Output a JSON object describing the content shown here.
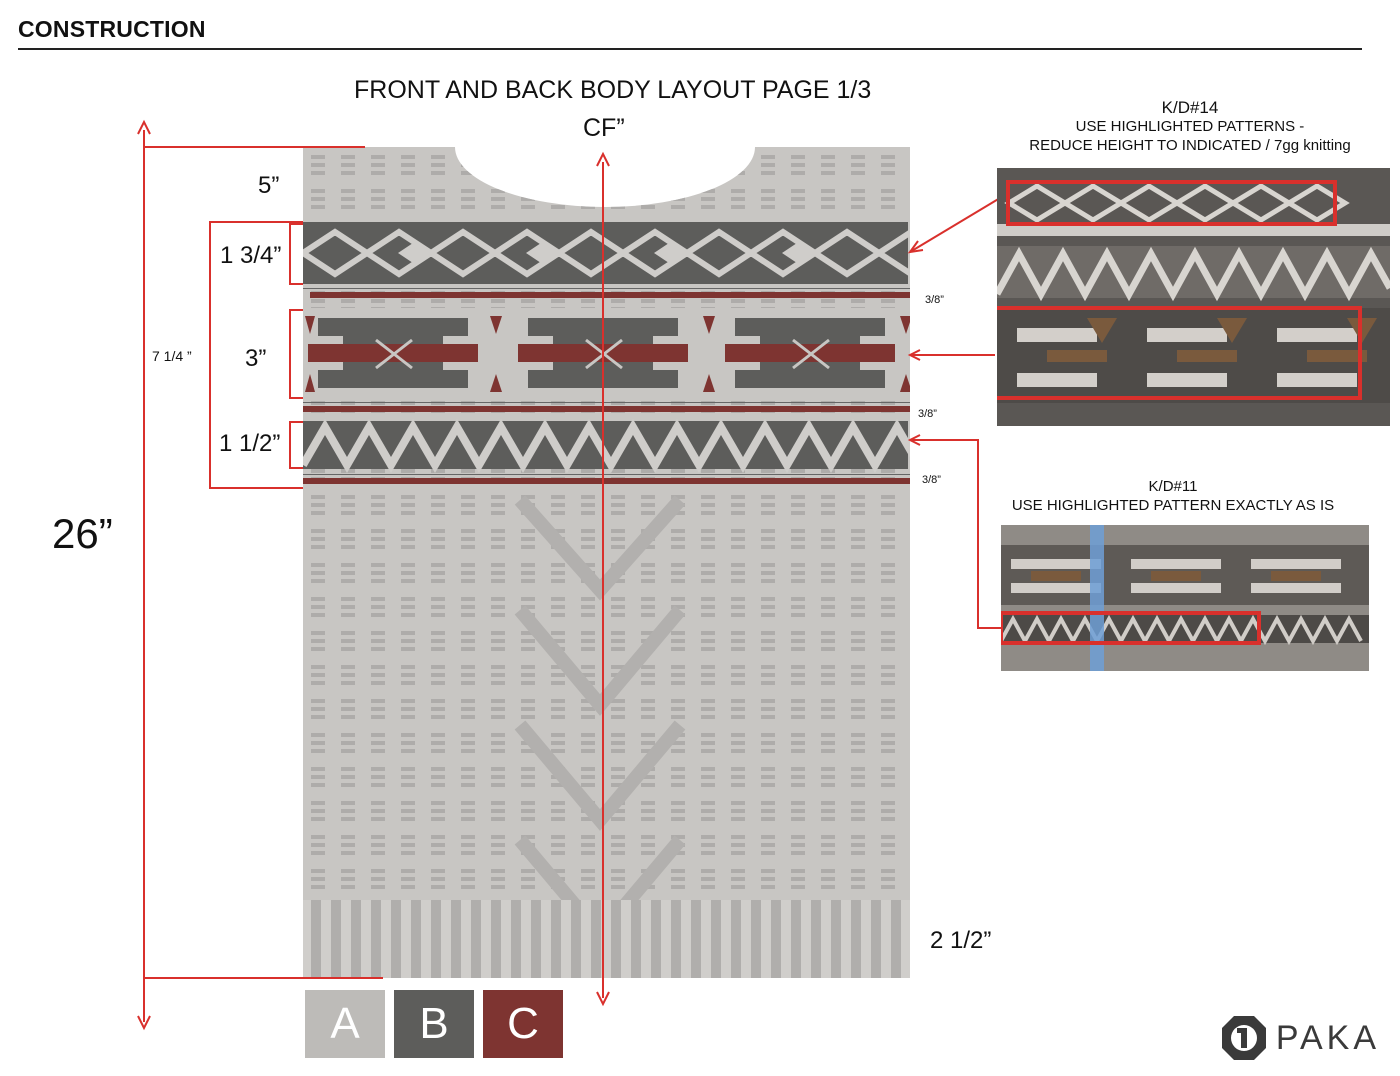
{
  "page": {
    "section": "CONSTRUCTION",
    "title": "FRONT AND BACK BODY LAYOUT PAGE 1/3",
    "cf_label": "CF”"
  },
  "measurements": {
    "total_length": "26”",
    "group_height": "7 1/4 ”",
    "yoke": "5”",
    "band1": "1 3/4”",
    "band2": "3”",
    "band3": "1 1/2”",
    "hem": "2 1/2”",
    "stripe1": "3/8”",
    "stripe2": "3/8”",
    "stripe3": "3/8”"
  },
  "references": [
    {
      "id": "K/D#14",
      "lines": [
        "USE HIGHLIGHTED PATTERNS -",
        "REDUCE HEIGHT TO INDICATED / 7gg knitting"
      ]
    },
    {
      "id": "K/D#11",
      "lines": [
        "USE HIGHLIGHTED PATTERN EXACTLY AS IS"
      ]
    }
  ],
  "colorways": [
    {
      "label": "A",
      "color": "#bdbbb8"
    },
    {
      "label": "B",
      "color": "#5d5d5b"
    },
    {
      "label": "C",
      "color": "#7e3431"
    }
  ],
  "colors": {
    "body": "#c8c6c3",
    "dark": "#5d5d5b",
    "accent": "#7e3431",
    "light": "#dcdad7",
    "marker": "#d9302c"
  },
  "brand": {
    "name": "PAKA",
    "icon": "paka-logo-icon"
  }
}
